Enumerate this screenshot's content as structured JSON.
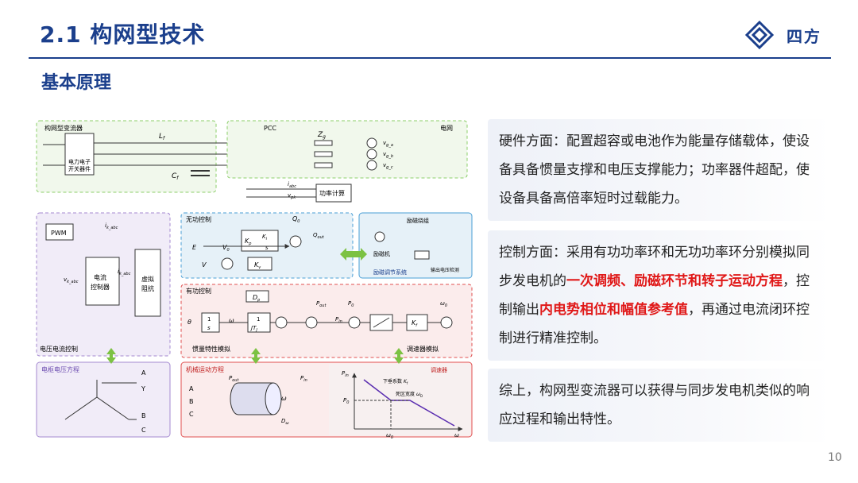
{
  "header": {
    "title": "2.1 构网型技术",
    "logo_text": "四方",
    "subtitle": "基本原理"
  },
  "diagram": {
    "converter": "构网型变流器",
    "power_electronics": "电力电子",
    "switch_device": "开关器件",
    "lf": "L",
    "lf_sub": "f",
    "cf": "C",
    "cf_sub": "f",
    "pcc": "PCC",
    "zg": "Z",
    "zg_sub": "g",
    "va": "v",
    "va_sub": "g_a",
    "vb": "v",
    "vb_sub": "g_b",
    "vc": "v",
    "vc_sub": "g_c",
    "grid": "电网",
    "iabc": "i",
    "iabc_sub": "abc",
    "vpk": "v",
    "vpk_sub": "pk",
    "power_calc": "功率计算",
    "pwm": "PWM",
    "i_ref": "i",
    "i_ref_sub": "k_abc",
    "v_ref": "v",
    "v_ref_sub": "k_abc",
    "current_ctrl_1": "电流",
    "current_ctrl_2": "控制器",
    "i_star": "i",
    "i_star_sub": "k_abc",
    "virtual_1": "虚拟",
    "virtual_2": "阻抗",
    "vc_ctrl": "电压电流控制",
    "reactive_ctrl": "无功控制",
    "q0": "Q",
    "q0_sub": "0",
    "e_label": "E",
    "v0": "V",
    "v0_sub": "0",
    "v_label": "V",
    "kp_block": "K",
    "kp_sub": "p",
    "ki_num": "K",
    "ki_sub": "i",
    "s_den": "s",
    "kv": "K",
    "kv_sub": "v",
    "q_out": "Q",
    "q_out_sub": "out",
    "excitation_title": "励磁绕组",
    "exciter": "励磁机",
    "voltage_detect": "输出电压检测",
    "excitation_sys": "励磁调节系统",
    "active_ctrl": "有功控制",
    "theta": "θ",
    "one": "1",
    "omega_sym": "ω",
    "dp": "D",
    "dp_sub": "p",
    "jtj": "JT",
    "jtj_sub": "J",
    "p0": "P",
    "p0_sub": "0",
    "pout": "P",
    "pout_sub": "out",
    "pin": "P",
    "pin_sub": "in",
    "kf": "K",
    "kf_sub": "f",
    "omega0": "ω",
    "omega0_sub": "0",
    "inertia_sim": "惯量特性模拟",
    "governor_sim": "调速器模拟",
    "armature": "电枢电压方程",
    "a": "A",
    "b": "B",
    "c": "C",
    "y": "Y",
    "mech": "机械运动方程",
    "pm": "P",
    "pm_sub": "out",
    "pin2": "P",
    "pin2_sub": "in",
    "dw": "D",
    "dw_sub": "ω",
    "w": "ω",
    "governor": "调速器",
    "droop": "下垂系数",
    "droop_k": "K",
    "droop_k_sub": "f",
    "deadband": "死区宽度",
    "deadband_w": "ω",
    "deadband_w_sub": "D",
    "gp_p": "P",
    "gp_p_sub": "0",
    "gp_pin": "P",
    "gp_pin_sub": "in",
    "gp_w0": "ω",
    "gp_w0_sub": "0",
    "gp_w": "ω"
  },
  "cards": {
    "hardware": "硬件方面：配置超容或电池作为能量存储载体，使设备具备惯量支撑和电压支撑能力；功率器件超配，使设备具备高倍率短时过载能力。",
    "control_1": "控制方面：采用有功功率环和无功功率环分别模拟同步发电机的",
    "control_hl1": "一次调频、励磁环节和转子运动方程",
    "control_2": "，控制输出",
    "control_hl2": "内电势相位和幅值参考值",
    "control_3": "，再通过电流闭环控制进行精准控制。",
    "summary": "综上，构网型变流器可以获得与同步发电机类似的响应过程和输出特性。"
  },
  "page_number": "10",
  "colors": {
    "brand": "#1b3f8c",
    "highlight": "#e01818",
    "green_box": "#8ccf6a",
    "purple_box": "#a58ad1",
    "blue_box": "#4a9fd6",
    "red_box": "#e05050",
    "arrow_green": "#7cc243"
  },
  "icons": [
    "sifang-logo-icon",
    "grid-source-icon",
    "double-arrow-icon"
  ]
}
